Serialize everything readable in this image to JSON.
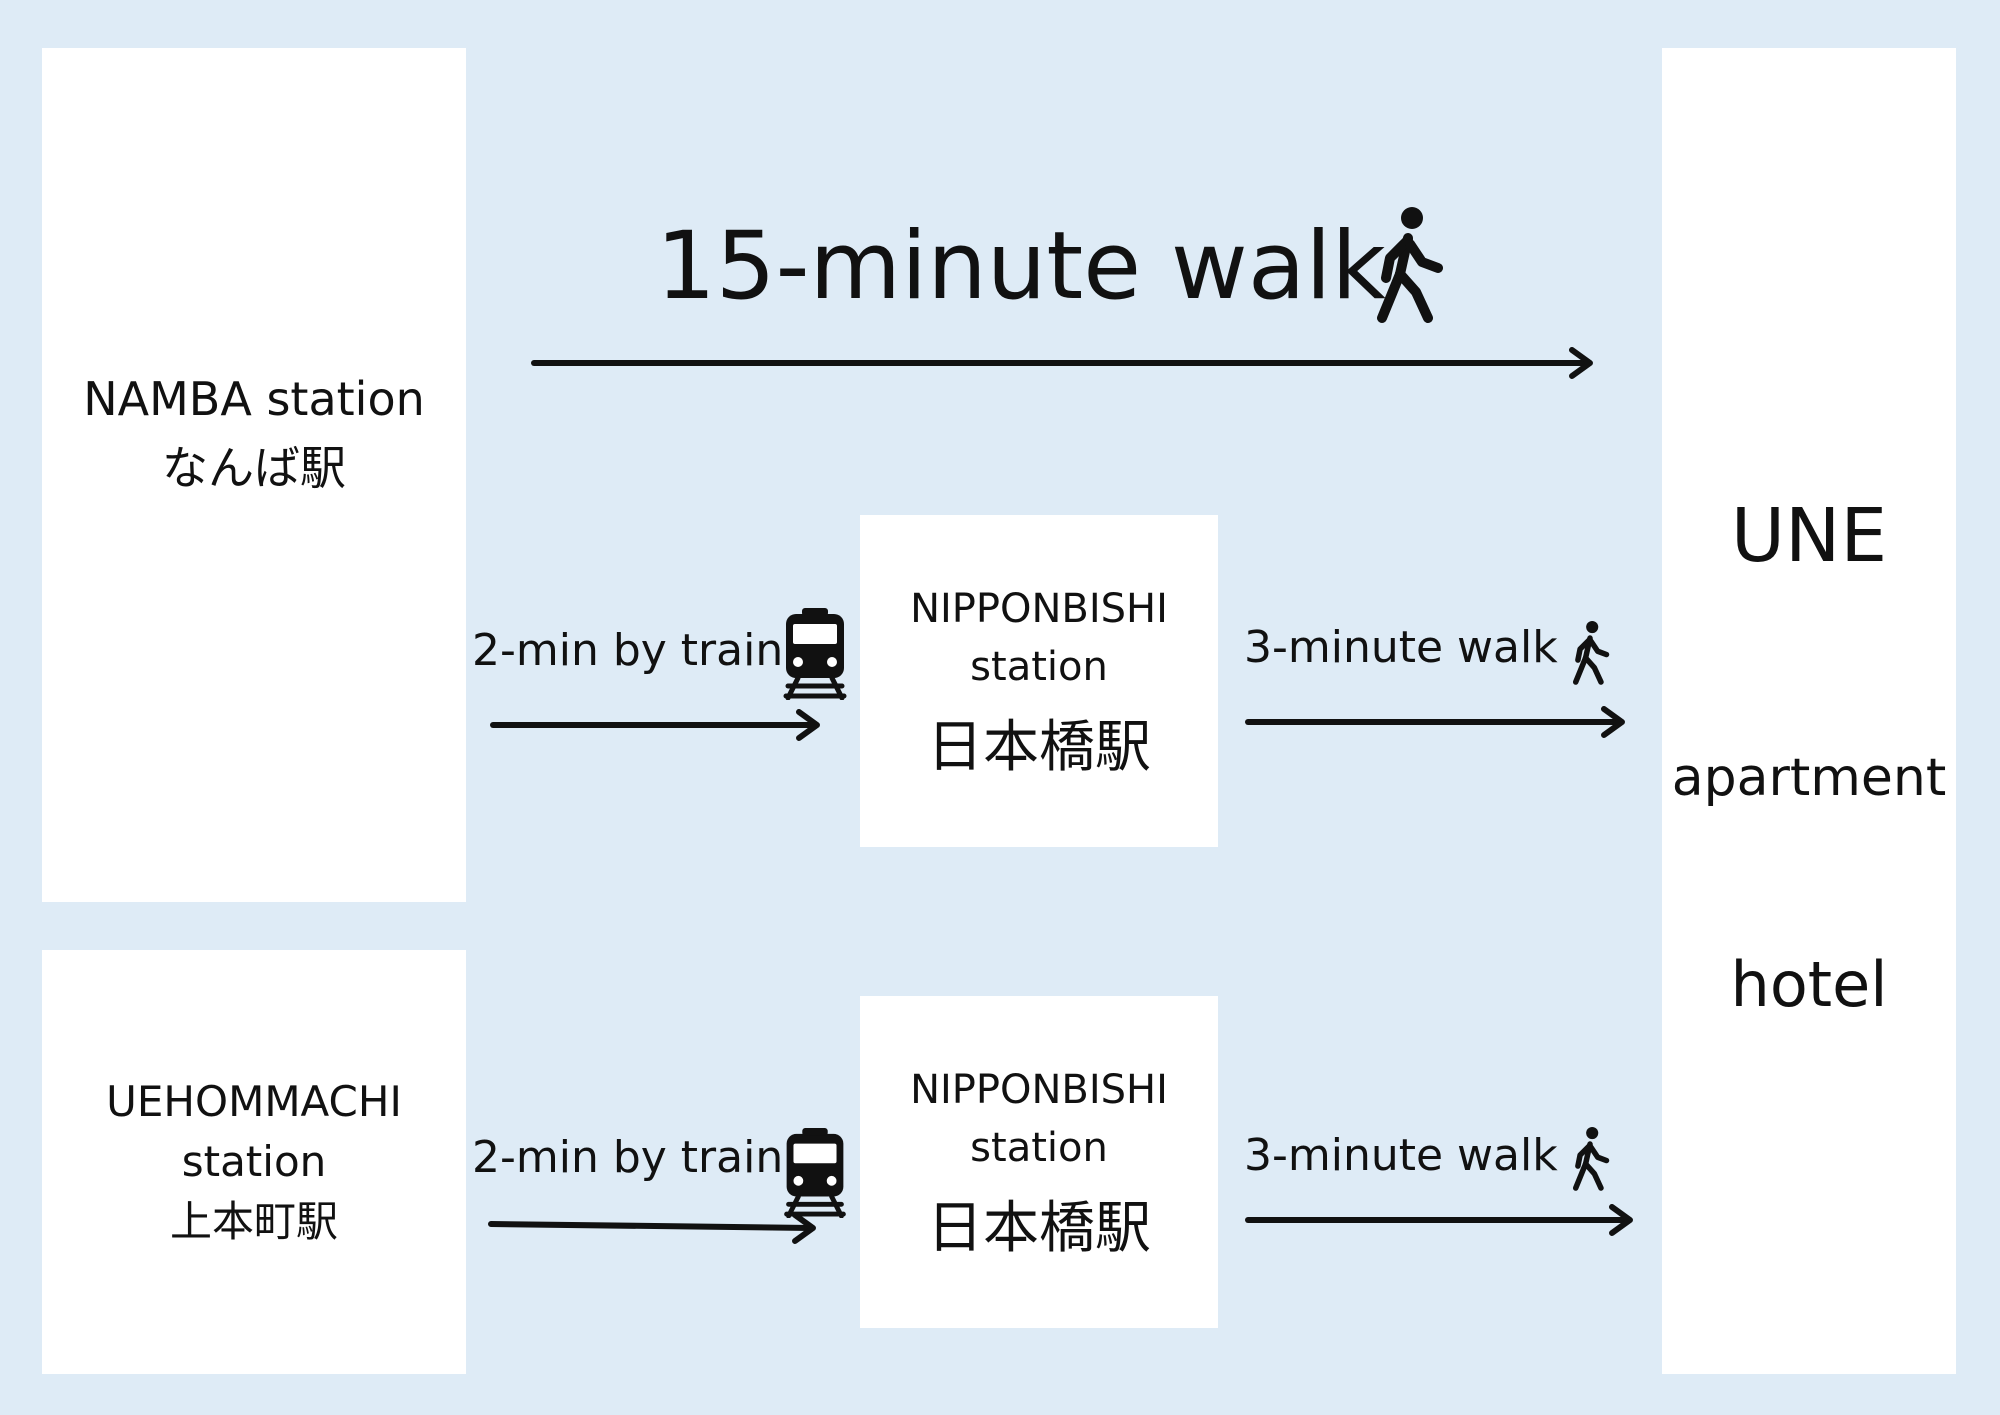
{
  "origins": {
    "namba": {
      "name_en": "NAMBA station",
      "name_jp": "なんば駅"
    },
    "uehommachi": {
      "line1": "UEHOMMACHI",
      "line2": "station",
      "name_jp": "上本町駅"
    }
  },
  "transfer": {
    "name_en": "NIPPONBISHI",
    "name_en2": "station",
    "name_jp": "日本橋駅"
  },
  "destination": {
    "line1": "UNE",
    "line2": "apartment",
    "line3": "hotel"
  },
  "routes": {
    "direct_walk": "15-minute walk",
    "train_leg": "2-min by train",
    "walk_leg": "3-minute walk"
  },
  "icons": {
    "walk": "walking-person-icon",
    "train": "train-icon"
  }
}
